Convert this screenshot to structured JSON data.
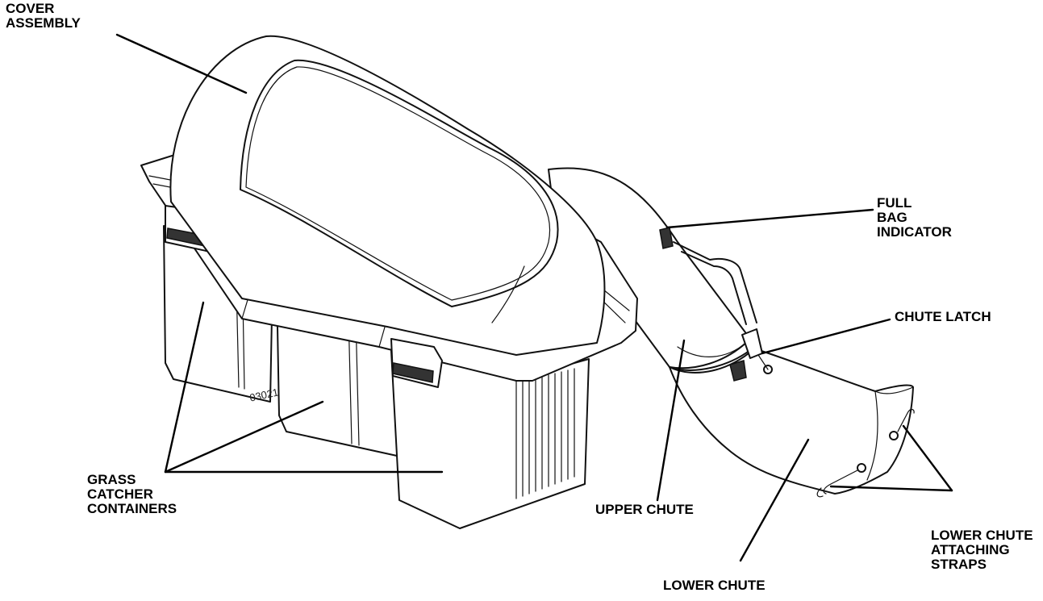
{
  "figure_code": "03021",
  "callouts": {
    "cover_assembly": [
      "COVER",
      "ASSEMBLY"
    ],
    "full_bag_indicator": [
      "FULL",
      "BAG",
      "INDICATOR"
    ],
    "chute_latch": [
      "CHUTE LATCH"
    ],
    "grass_catcher_containers": [
      "GRASS",
      "CATCHER",
      "CONTAINERS"
    ],
    "upper_chute": [
      "UPPER CHUTE"
    ],
    "lower_chute": [
      "LOWER CHUTE"
    ],
    "lower_chute_attaching_straps": [
      "LOWER CHUTE",
      "ATTACHING",
      "STRAPS"
    ]
  }
}
